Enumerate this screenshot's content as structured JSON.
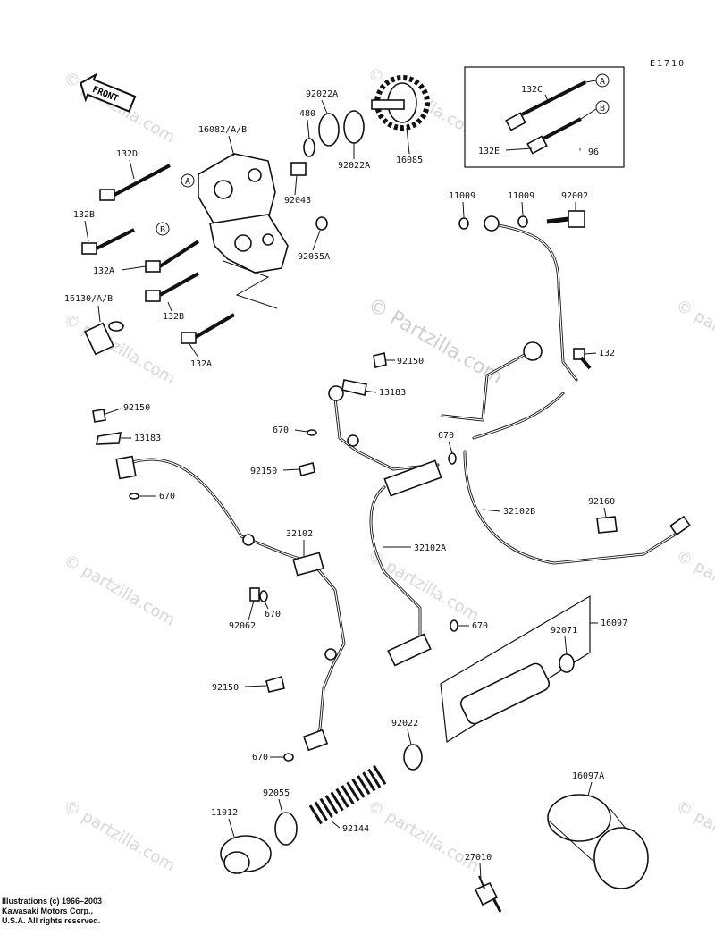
{
  "diagram_code": "E1710",
  "front_label": "FRONT",
  "year_note": "' 96",
  "callouts": {
    "a": "A",
    "b": "B"
  },
  "watermark": "© Partzilla.com",
  "watermark_small": "© partzilla.com",
  "copyright": [
    "Illustrations (c) 1966–2003",
    "Kawasaki Motors Corp.,",
    "U.S.A.  All rights reserved."
  ],
  "parts": {
    "p16082": "16082/A/B",
    "p480": "480",
    "p92022a_1": "92022A",
    "p92022a_2": "92022A",
    "p16085": "16085",
    "p132c": "132C",
    "p132e": "132E",
    "p132d": "132D",
    "p92043": "92043",
    "p132b_1": "132B",
    "p132a_1": "132A",
    "p92055a": "92055A",
    "p16130": "16130/A/B",
    "p132b_2": "132B",
    "p132a_2": "132A",
    "p11009_1": "11009",
    "p11009_2": "11009",
    "p92002": "92002",
    "p132": "132",
    "p92150_1": "92150",
    "p13183_1": "13183",
    "p92150_2": "92150",
    "p13183_2": "13183",
    "p670_1": "670",
    "p670_2": "670",
    "p92150_3": "92150",
    "p670_3": "670",
    "p92160": "92160",
    "p32102b": "32102B",
    "p32102": "32102",
    "p32102a": "32102A",
    "p670_4": "670",
    "p92062": "92062",
    "p670_5": "670",
    "p16097": "16097",
    "p92071": "92071",
    "p92150_4": "92150",
    "p92022": "92022",
    "p670_6": "670",
    "p92055": "92055",
    "p16097a": "16097A",
    "p11012": "11012",
    "p92144": "92144",
    "p27010": "27010"
  }
}
